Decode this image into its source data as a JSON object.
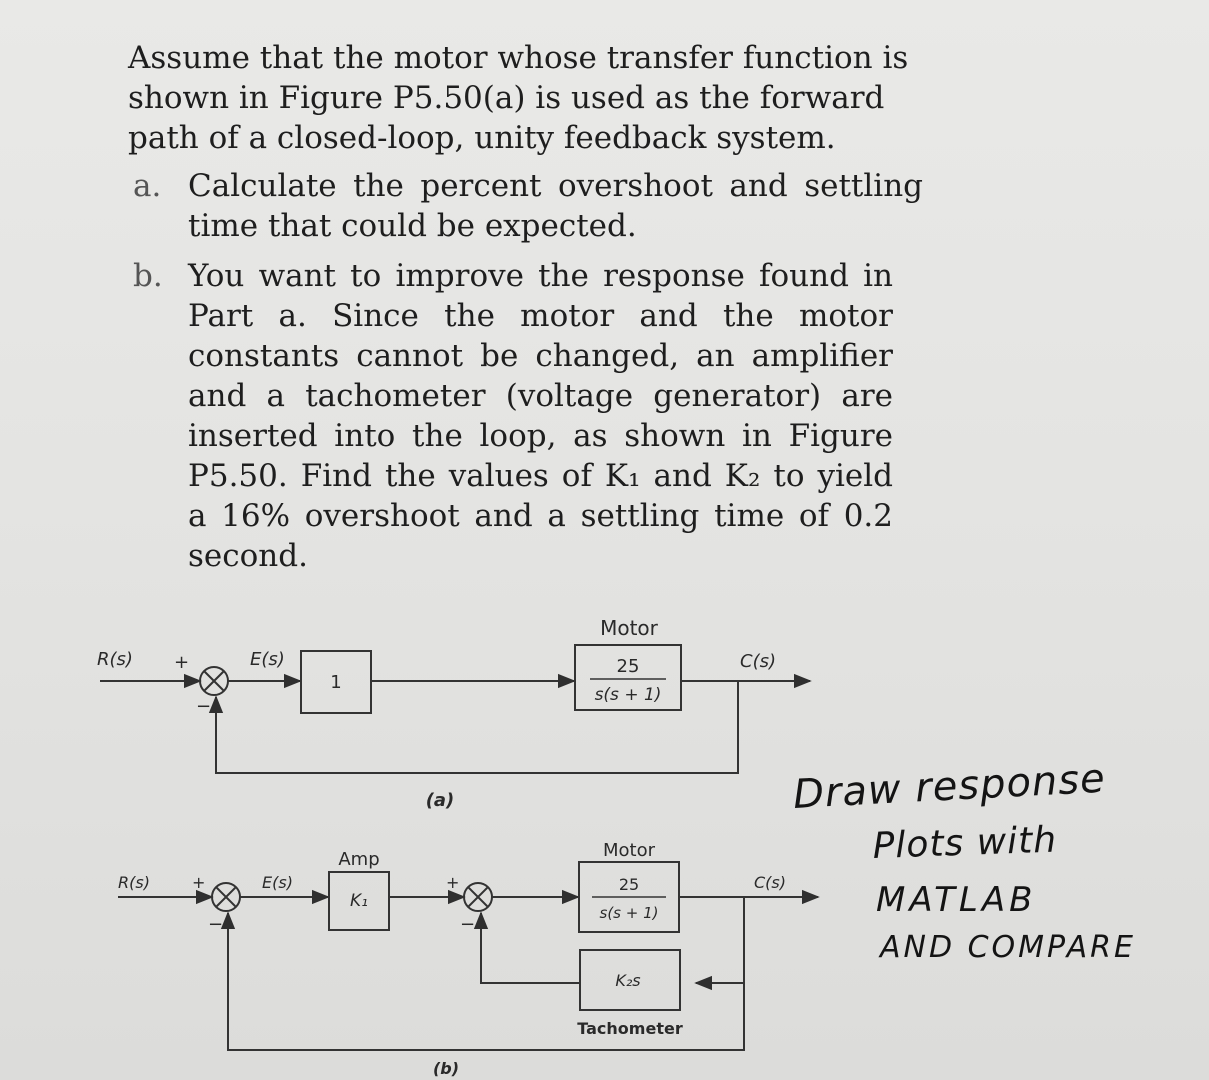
{
  "problem": {
    "intro": "Assume that the motor whose transfer function is shown in Figure P5.50(a) is used as the forward path of a closed-loop, unity feedback system.",
    "part_a": {
      "label": "a.",
      "text": "Calculate the percent overshoot and settling time that could be expected."
    },
    "part_b": {
      "label": "b.",
      "text": "You want to improve the response found in Part a. Since the motor and the motor constants cannot be changed, an amplifier and a tachometer (voltage generator) are inserted into the loop, as shown in Figure P5.50. Find the values of K₁ and K₂ to yield a 16% overshoot and a settling time of 0.2 second."
    }
  },
  "figure_a": {
    "input": "R(s)",
    "plus": "+",
    "minus": "−",
    "error": "E(s)",
    "gain_block": "1",
    "motor_title": "Motor",
    "motor_num": "25",
    "motor_den": "s(s + 1)",
    "output": "C(s)",
    "caption": "(a)"
  },
  "figure_b": {
    "input": "R(s)",
    "plus": "+",
    "minus": "−",
    "error": "E(s)",
    "amp_title": "Amp",
    "amp_gain": "K₁",
    "motor_title": "Motor",
    "motor_num": "25",
    "motor_den": "s(s + 1)",
    "output": "C(s)",
    "tach_gain": "K₂s",
    "tach_title": "Tachometer",
    "caption": "(b)"
  },
  "handwritten_note": {
    "line1": "Draw response",
    "line2": "Plots with",
    "line3": "MATLAB",
    "line4": "AND COMPARE"
  }
}
